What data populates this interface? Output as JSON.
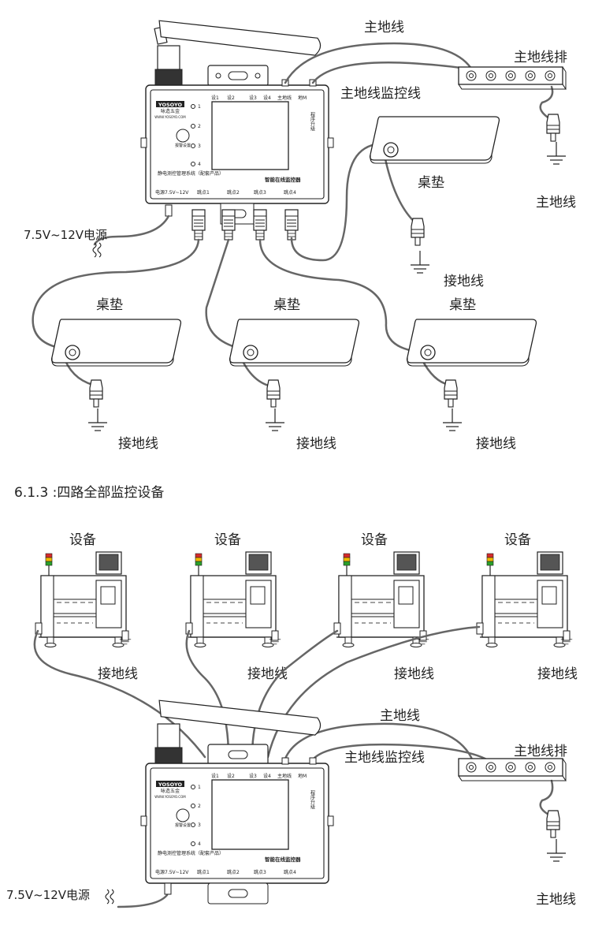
{
  "diagram1": {
    "controller": {
      "logo": "YOSOYO",
      "logo_sub": "咏造五金",
      "url": "WWW.YOSOYO.COM",
      "port_top_labels": [
        "设1",
        "设2",
        "设3",
        "设4",
        "主地线",
        "地M"
      ],
      "leds": [
        "1",
        "2",
        "3",
        "4"
      ],
      "knob_label": "报警设置",
      "side_label": "程序升级",
      "system_label": "静电测控管理系统（配套产品）",
      "product_label": "智能在线监控器",
      "port_bottom_labels": [
        "电源7.5V~12V",
        "跳点1",
        "跳点2",
        "跳点3",
        "跳点4"
      ]
    },
    "label_main_ground": "主地线",
    "label_main_ground_bar": "主地线排",
    "label_main_ground_monitor": "主地线监控线",
    "label_bar_ground": "主地线",
    "label_mat_top": "桌垫",
    "label_mat_top_ground": "接地线",
    "label_power": "7.5V~12V电源",
    "mats": [
      "桌垫",
      "桌垫",
      "桌垫"
    ],
    "mat_grounds": [
      "接地线",
      "接地线",
      "接地线"
    ]
  },
  "section_title": "6.1.3 :四路全部监控设备",
  "diagram2": {
    "devices": [
      "设备",
      "设备",
      "设备",
      "设备"
    ],
    "device_grounds": [
      "接地线",
      "接地线",
      "接地线",
      "接地线"
    ],
    "controller": {
      "logo": "YOSOYO",
      "logo_sub": "咏造五金",
      "url": "WWW.YOSOYO.COM",
      "port_top_labels": [
        "设1",
        "设2",
        "设3",
        "设4",
        "主地线",
        "地M"
      ],
      "leds": [
        "1",
        "2",
        "3",
        "4"
      ],
      "knob_label": "报警设置",
      "side_label": "程序升级",
      "system_label": "静电测控管理系统（配套产品）",
      "product_label": "智能在线监控器",
      "port_bottom_labels": [
        "电源7.5V~12V",
        "跳点1",
        "跳点2",
        "跳点3",
        "跳点4"
      ]
    },
    "label_main_ground": "主地线",
    "label_main_ground_bar": "主地线排",
    "label_main_ground_monitor": "主地线监控线",
    "label_bar_ground": "主地线",
    "label_power": "7.5V~12V电源"
  }
}
